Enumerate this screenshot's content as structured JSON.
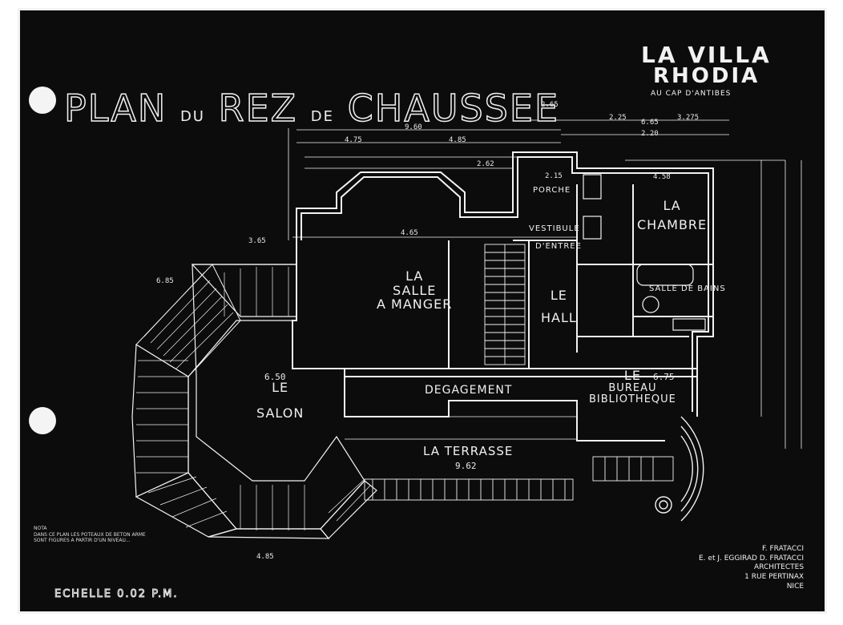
{
  "sheet": {
    "villa_line1": "LA VILLA",
    "villa_line2": "RHODIA",
    "villa_subtitle": "AU CAP D'ANTIBES",
    "title_part1": "PLAN",
    "title_part2": "DU",
    "title_part3": "REZ",
    "title_part4": "DE",
    "title_part5": "CHAUSSEE"
  },
  "rooms": {
    "salle_a_manger": [
      "LA",
      "SALLE",
      "A MANGER"
    ],
    "hall": [
      "LE",
      "HALL"
    ],
    "chambre": [
      "LA",
      "CHAMBRE"
    ],
    "salle_de_bains": "SALLE DE BAINS",
    "porche": "PORCHE",
    "vestibule": "VESTIBULE",
    "entree": "D'ENTREE",
    "bureau": [
      "LE",
      "BUREAU",
      "BIBLIOTHEQUE"
    ],
    "degagement": "DEGAGEMENT",
    "salon": [
      "LE",
      "SALON"
    ],
    "terrasse": "LA TERRASSE"
  },
  "dimensions": {
    "d1": "2.65",
    "d2": "9.60",
    "d3": "4.75",
    "d4": "4.85",
    "d5": "6.65",
    "d6": "2.25",
    "d7": "3.275",
    "d8": "2.20",
    "d9": "2.62",
    "d10": "2.15",
    "d11": "4.65",
    "d12": "4.58",
    "d13": "6.50",
    "d14": "6.75",
    "d15": "9.62",
    "d16": "6.85",
    "d17": "3.65",
    "d18": "4.85"
  },
  "credits": {
    "line1": "F. FRATACCI",
    "line2": "E. et J. EGGIRAD D. FRATACCI",
    "line3": "ARCHITECTES",
    "line4": "1 RUE PERTINAX",
    "line5": "NICE"
  },
  "note": {
    "label": "NOTA",
    "text": "DANS CE PLAN LES POTEAUX DE BETON ARME SONT FIGURES A PARTIR D'UN NIVEAU..."
  },
  "scale_text": "ECHELLE 0.02 P.M."
}
